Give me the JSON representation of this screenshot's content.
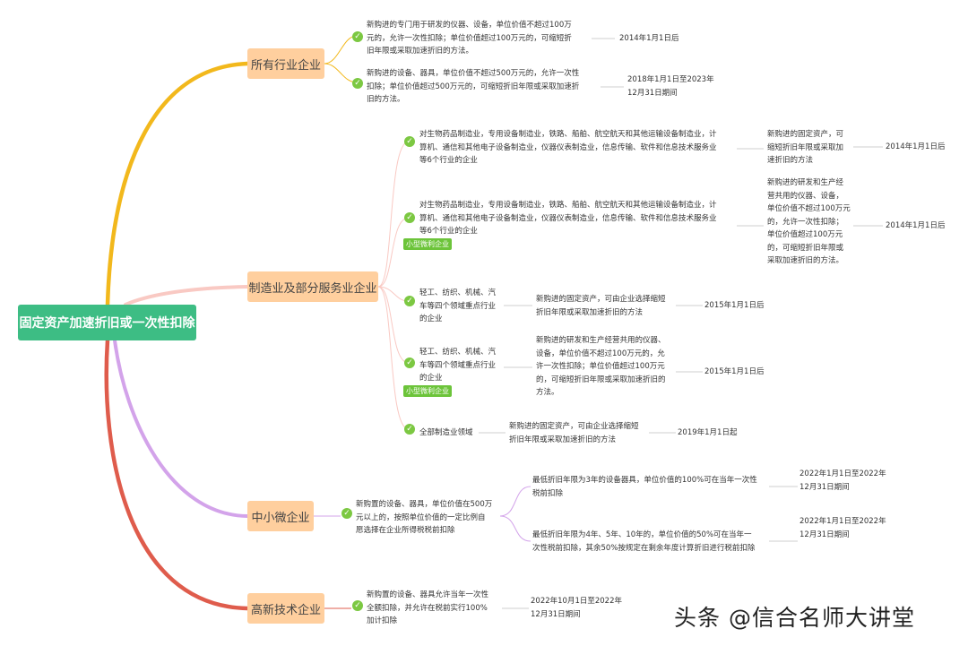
{
  "root": "固定资产加速折旧或一次性扣除",
  "branches": {
    "all": "所有行业企业",
    "mfg": "制造业及部分服务业企业",
    "sme": "中小微企业",
    "hitech": "高新技术企业"
  },
  "all": {
    "c1": "新购进的专门用于研发的仪器、设备，单位价值不超过100万\n元的，允许一次性扣除；单位价值超过100万元的，可缩短折\n旧年限或采取加速折旧的方法。",
    "d1": "2014年1月1日后",
    "c2": "新购进的设备、器具，单位价值不超过500万元的，允许一次性\n扣除；单位价值超过500万元的，可缩短折旧年限或采取加速折\n旧的方法。",
    "d2": "2018年1月1日至2023年\n12月31日期间"
  },
  "mfg": {
    "c1": "对生物药品制造业，专用设备制造业，铁路、船舶、航空航天和其他运输设备制造业，计\n算机、通信和其他电子设备制造业，仪器仪表制造业，信息传输、软件和信息技术服务业\n等6个行业的企业",
    "p1": "新购进的固定资产，可\n缩短折旧年限或采取加\n速折旧的方法",
    "d1": "2014年1月1日后",
    "c2": "对生物药品制造业，专用设备制造业，铁路、船舶、航空航天和其他运输设备制造业，计\n算机、通信和其他电子设备制造业，仪器仪表制造业，信息传输、软件和信息技术服务业\n等6个行业的企业",
    "tag2": "小型微利企业",
    "p2": "新购进的研发和生产经\n营共用的仪器、设备，\n单位价值不超过100万元\n的，允许一次性扣除；\n单位价值超过100万元\n的，可缩短折旧年限或\n采取加速折旧的方法。",
    "d2": "2014年1月1日后",
    "c3": "轻工、纺织、机械、汽\n车等四个领域重点行业\n的企业",
    "p3": "新购进的固定资产，可由企业选择缩短\n折旧年限或采取加速折旧的方法",
    "d3": "2015年1月1日后",
    "c4": "轻工、纺织、机械、汽\n车等四个领域重点行业\n的企业",
    "tag4": "小型微利企业",
    "p4": "新购进的研发和生产经营共用的仪器、\n设备，单位价值不超过100万元的，允\n许一次性扣除；单位价值超过100万元\n的，可缩短折旧年限或采取加速折旧的\n方法。",
    "d4": "2015年1月1日后",
    "c5": "全部制造业领域",
    "p5": "新购进的固定资产，可由企业选择缩短\n折旧年限或采取加速折旧的方法",
    "d5": "2019年1月1日起"
  },
  "sme": {
    "c1": "新购置的设备、器具，单位价值在500万\n元以上的，按照单位价值的一定比例自\n愿选择在企业所得税税前扣除",
    "s1": "最低折旧年限为3年的设备器具，单位价值的100%可在当年一次性\n税前扣除",
    "d1": "2022年1月1日至2022年\n12月31日期间",
    "s2": "最低折旧年限为4年、5年、10年的，单位价值的50%可在当年一\n次性税前扣除，其余50%按规定在剩余年度计算折旧进行税前扣除",
    "d2": "2022年1月1日至2022年\n12月31日期间"
  },
  "hitech": {
    "c1": "新购置的设备、器具允许当年一次性\n全额扣除，并允许在税前实行100%\n加计扣除",
    "d1": "2022年10月1日至2022年\n12月31日期间"
  },
  "watermark": "头条 @信合名师大讲堂",
  "colors": {
    "root": "#3dbd84",
    "branch_fill": "#ffcf9e",
    "link_all": "#f2b81c",
    "link_mfg": "#f9c9c3",
    "link_sme": "#d3a3ea",
    "link_hitech": "#df5c4c",
    "check": "#7cc842"
  }
}
